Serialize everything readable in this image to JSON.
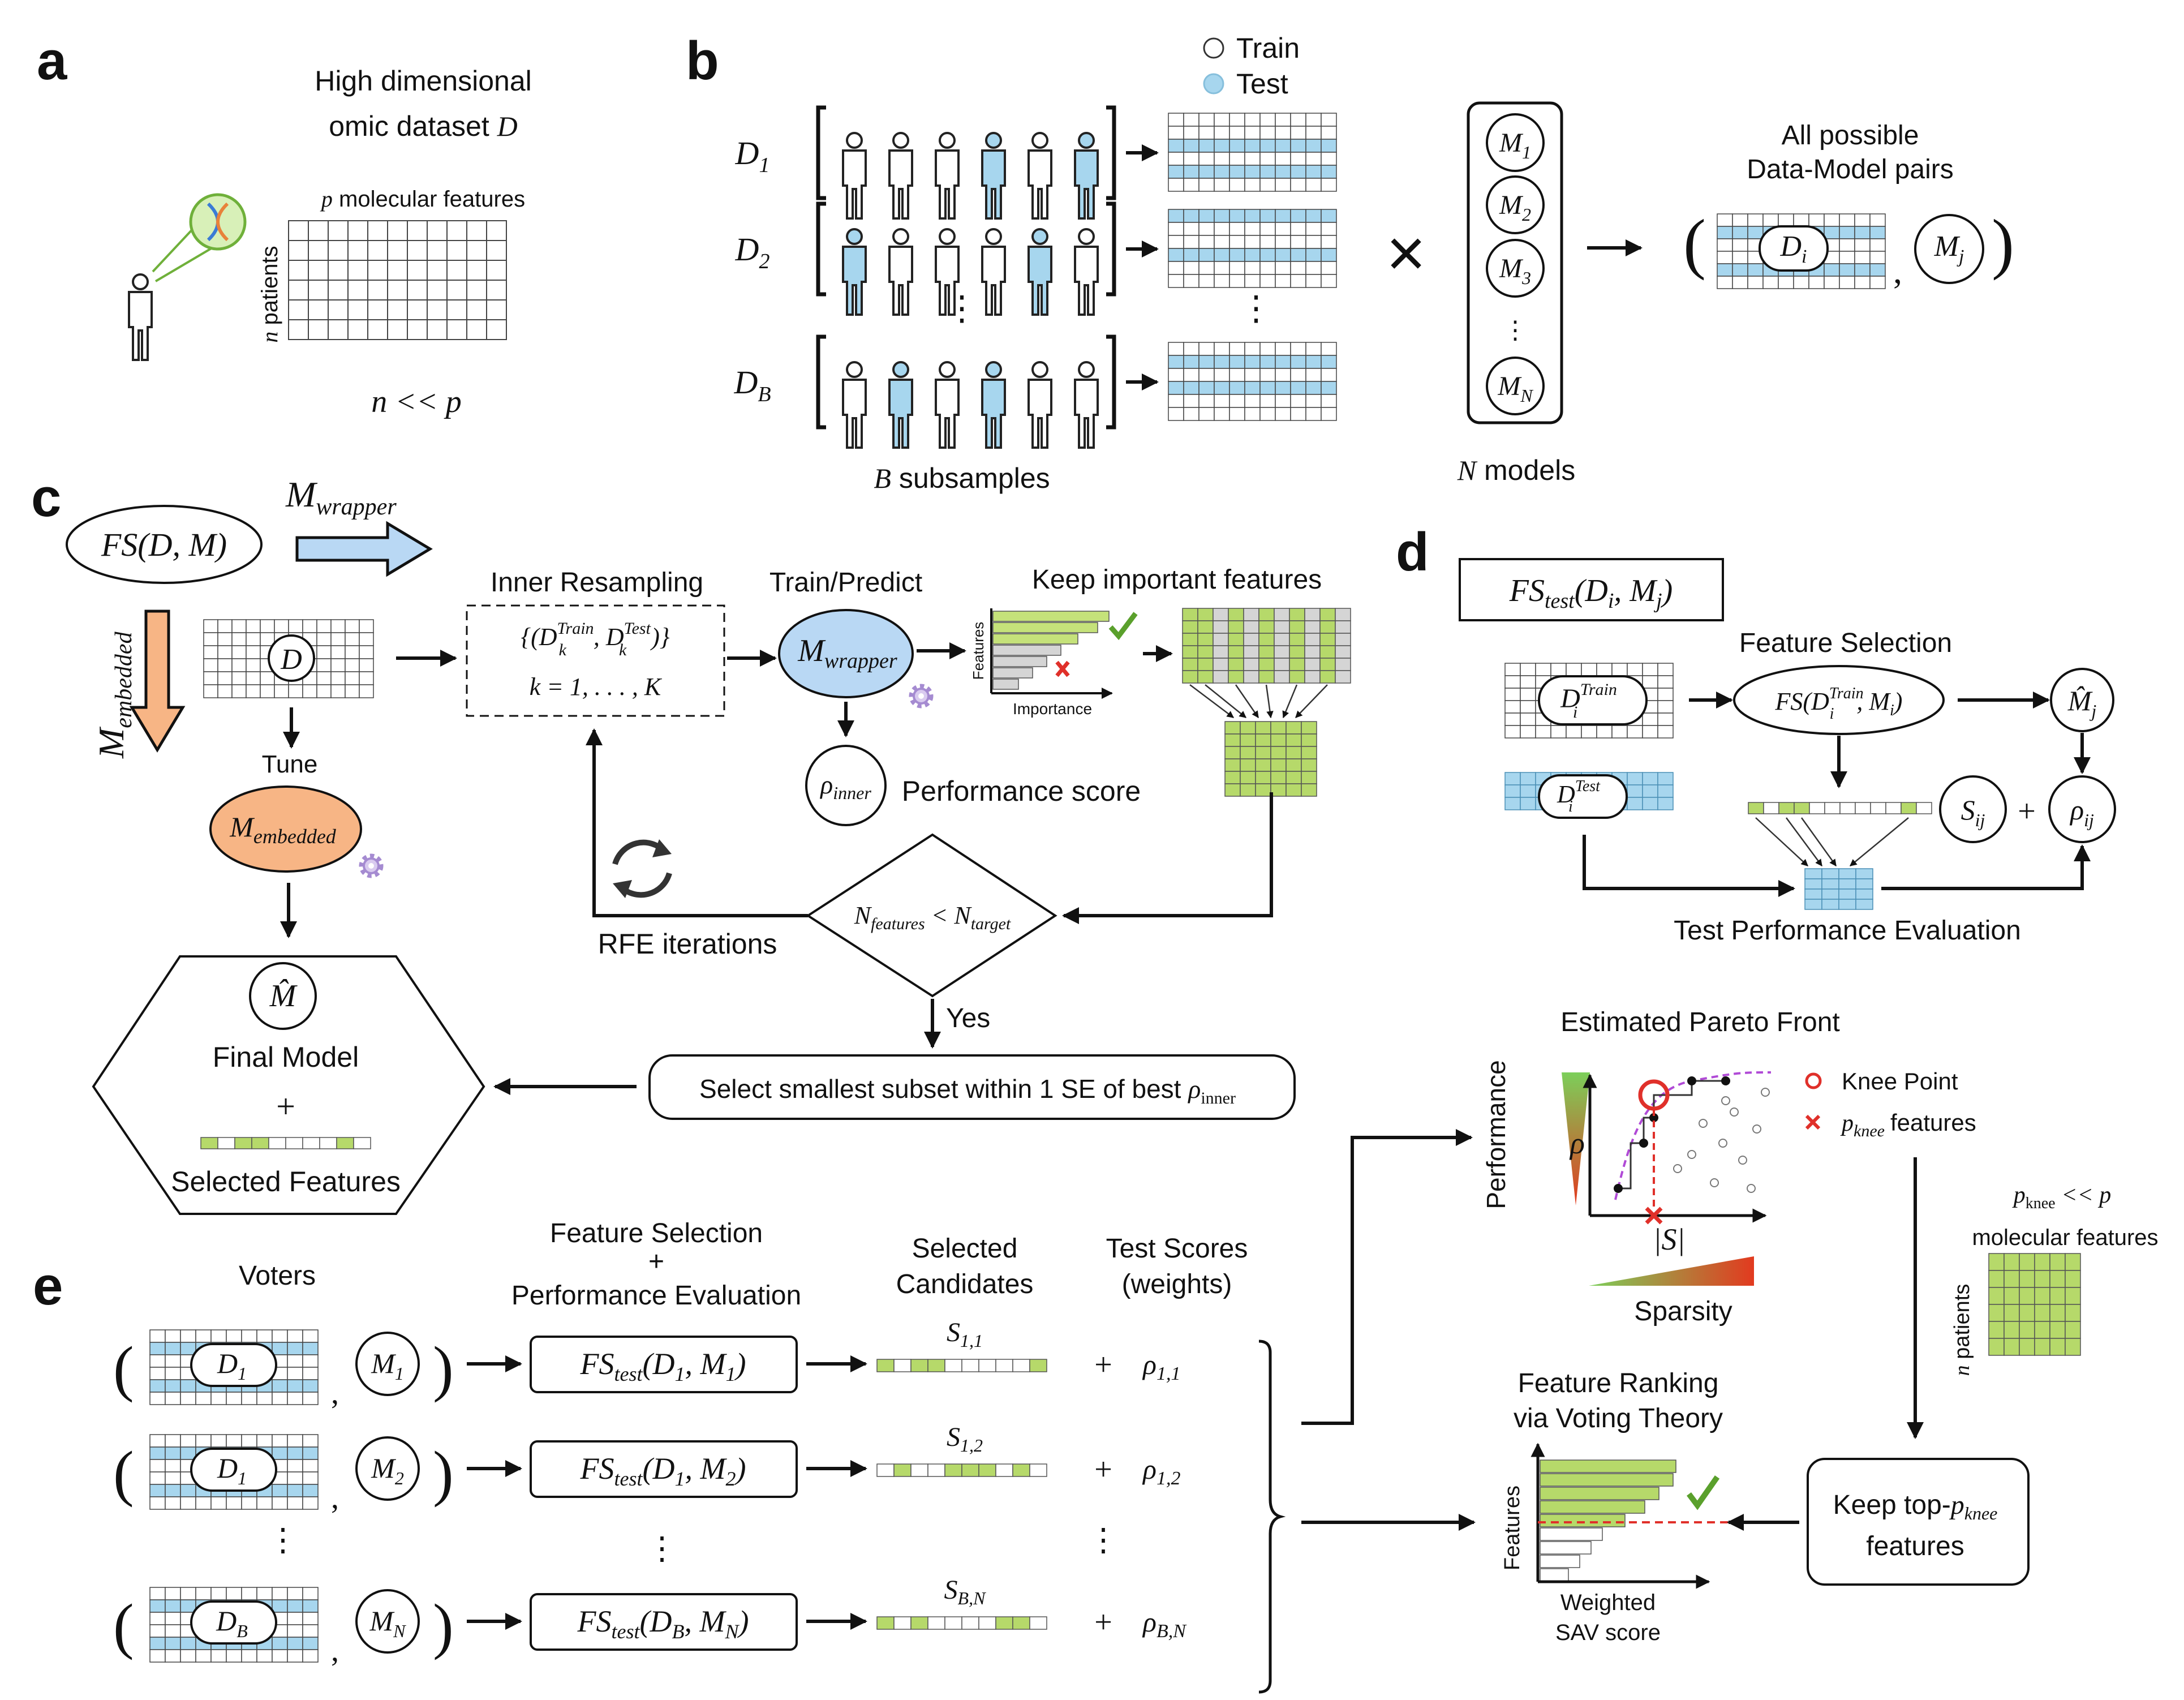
{
  "colors": {
    "blue": "#a7d6ee",
    "green": "#c5e27a",
    "orange": "#f7b585",
    "lightblue": "#b9d8f4",
    "greenfill": "#b6d96a",
    "red": "#e0302a",
    "grey": "#d5d5d5",
    "check": "#5aa02c"
  },
  "panels": {
    "a": "a",
    "b": "b",
    "c": "c",
    "d": "d",
    "e": "e"
  },
  "a": {
    "title_line1": "High dimensional",
    "title_line2": "omic dataset",
    "title_var": "D",
    "cols_p": "p",
    "cols_label": "molecular features",
    "rows_n": "n",
    "rows_label": "patients",
    "relation": "n << p"
  },
  "b": {
    "legend_train": "Train",
    "legend_test": "Test",
    "rows": [
      {
        "label": "D",
        "sub": "1",
        "tests": [
          3,
          5
        ]
      },
      {
        "label": "D",
        "sub": "2",
        "tests": [
          0,
          4
        ]
      },
      {
        "label": "D",
        "sub": "B",
        "tests": [
          1,
          3
        ]
      }
    ],
    "dots": "⋮",
    "subsamples_var": "B",
    "subsamples": "subsamples",
    "models": [
      {
        "label": "M",
        "sub": "1"
      },
      {
        "label": "M",
        "sub": "2"
      },
      {
        "label": "M",
        "sub": "3"
      },
      {
        "label": "M",
        "sub": "N"
      }
    ],
    "models_var": "N",
    "models_label": "models",
    "times": "×",
    "pairs_line1": "All possible",
    "pairs_line2": "Data-Model pairs",
    "pair_d": "D",
    "pair_d_sub": "i",
    "pair_m": "M",
    "pair_m_sub": "j"
  },
  "c": {
    "fs": "FS(D, M)",
    "wrapper": "M",
    "wrapper_sub": "wrapper",
    "embedded": "M",
    "embedded_sub": "embedded",
    "dataset": "D",
    "tune": "Tune",
    "inner_title": "Inner Resampling",
    "inner_line1": "{(D",
    "inner_sup1": "Train",
    "inner_mid": ", D",
    "inner_sup2": "Test",
    "inner_end": ")}",
    "inner_sub": "k",
    "inner_line2": "k = 1, . . . , K",
    "train_predict": "Train/Predict",
    "keep": "Keep important features",
    "axis_features": "Features",
    "axis_importance": "Importance",
    "rho": "ρ",
    "rho_sub": "inner",
    "perf_score": "Performance score",
    "rfe": "RFE iterations",
    "cond_a": "N",
    "cond_a_sub": "features",
    "cond_op": " < ",
    "cond_b": "N",
    "cond_b_sub": "target",
    "yes": "Yes",
    "select": "Select smallest subset within 1 SE of best ",
    "select_rho": "ρ",
    "select_rho_sub": "inner",
    "mhat": "M̂",
    "final_model": "Final Model",
    "plus": "+",
    "selected_features": "Selected Features"
  },
  "d": {
    "fs_test": "FS",
    "fs_test_sub": "test",
    "fs_test_args": "(D",
    "fs_test_args_i": "i",
    "fs_test_args2": ", M",
    "fs_test_args_j": "j",
    "fs_test_close": ")",
    "feature_selection": "Feature Selection",
    "d_train": "D",
    "train_sup": "Train",
    "d_test": "D",
    "test_sup": "Test",
    "sub_i": "i",
    "fs_call": "FS(D",
    "fs_call2": ", M",
    "fs_call3": ")",
    "mhat": "M̂",
    "mhat_sub": "j",
    "s": "S",
    "s_sub": "ij",
    "plus": "+",
    "rho": "ρ",
    "rho_sub": "ij",
    "test_eval": "Test Performance Evaluation"
  },
  "pareto": {
    "title": "Estimated Pareto Front",
    "yaxis": "Performance",
    "rho": "ρ",
    "xaxis": "|S|",
    "sparsity": "Sparsity",
    "knee_label": "Knee Point",
    "pknee_p": "p",
    "pknee_sub": "knee",
    "pknee_label": "features",
    "rel_p": "p",
    "rel_sub": "knee",
    "rel_rest": " << p",
    "rel_line2": "molecular features",
    "n": "n",
    "patients": "patients"
  },
  "e": {
    "voters": "Voters",
    "fsp1": "Feature Selection",
    "fsp2": "+",
    "fsp3": "Performance Evaluation",
    "sel1": "Selected",
    "sel2": "Candidates",
    "ts1": "Test Scores",
    "ts2": "(weights)",
    "rows": [
      {
        "d": "D",
        "dsub": "1",
        "m": "M",
        "msub": "1",
        "s": "S",
        "ssub": "1,1",
        "r": "ρ",
        "rsub": "1,1",
        "fd": "D",
        "fdsub": "1",
        "fm": "M",
        "fmsub": "1"
      },
      {
        "d": "D",
        "dsub": "1",
        "m": "M",
        "msub": "2",
        "s": "S",
        "ssub": "1,2",
        "r": "ρ",
        "rsub": "1,2",
        "fd": "D",
        "fdsub": "1",
        "fm": "M",
        "fmsub": "2"
      },
      {
        "d": "D",
        "dsub": "B",
        "m": "M",
        "msub": "N",
        "s": "S",
        "ssub": "B,N",
        "r": "ρ",
        "rsub": "B,N",
        "fd": "D",
        "fdsub": "B",
        "fm": "M",
        "fmsub": "N"
      }
    ],
    "fs": "FS",
    "fs_sub": "test",
    "plus": "+",
    "dots": "⋮",
    "rank1": "Feature Ranking",
    "rank2": "via Voting Theory",
    "rank_y": "Features",
    "rank_x1": "Weighted",
    "rank_x2": "SAV score",
    "keep_top": "Keep top-",
    "keep_p": "p",
    "keep_sub": "knee",
    "keep2": "features"
  }
}
